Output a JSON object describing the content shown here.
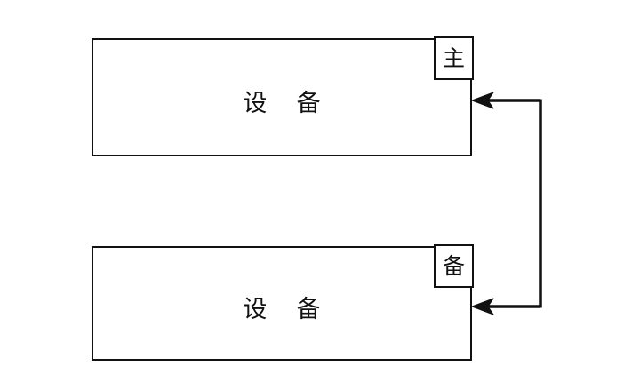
{
  "diagram": {
    "title": "",
    "background_color": "#ffffff",
    "stroke_color": "#111111",
    "nodes": [
      {
        "id": "primary-device",
        "label": "设  备",
        "role_tag": "主",
        "role_meaning": "primary"
      },
      {
        "id": "backup-device",
        "label": "设  备",
        "role_tag": "备",
        "role_meaning": "backup"
      }
    ],
    "connector": {
      "name": "shared-bus",
      "style": "solid",
      "arrowheads": 2,
      "arrow_direction": "left",
      "targets": [
        "primary-device",
        "backup-device"
      ]
    }
  }
}
